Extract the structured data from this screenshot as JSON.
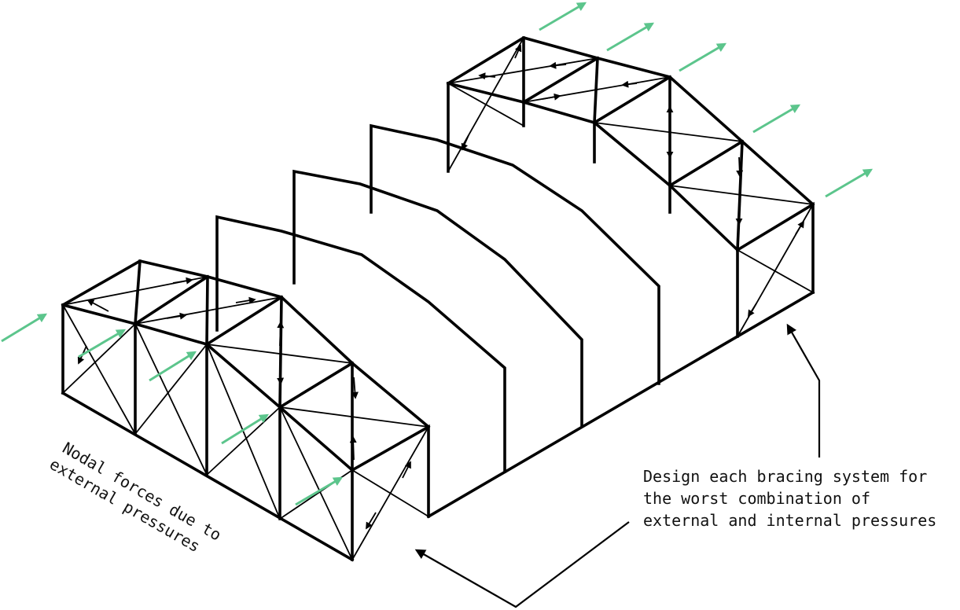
{
  "labels": {
    "nodal_forces_line1": "Nodal forces due to",
    "nodal_forces_line2": "external pressures",
    "design_line1": "Design each bracing system for",
    "design_line2": "the worst combination of",
    "design_line3": "external and internal pressures"
  },
  "colors": {
    "structure": "#000000",
    "pressure_arrows": "#5cc58c"
  }
}
